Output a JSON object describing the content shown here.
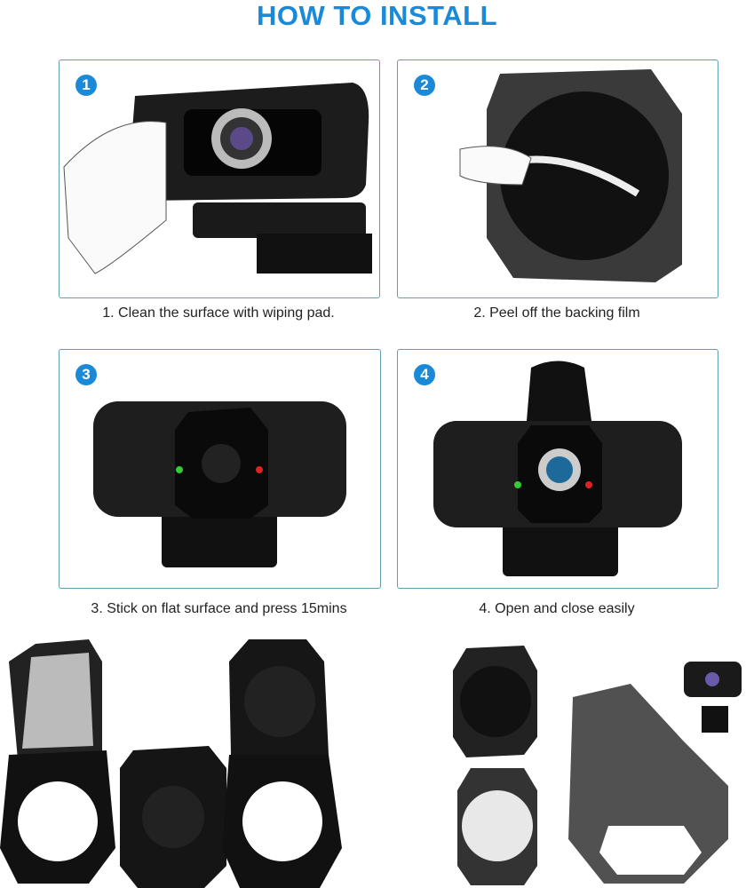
{
  "title": "HOW TO INSTALL",
  "steps": [
    {
      "number": "1",
      "caption": "1. Clean the surface with wiping pad."
    },
    {
      "number": "2",
      "caption": "2. Peel off the backing film"
    },
    {
      "number": "3",
      "caption": "3. Stick on flat surface and press 15mins"
    },
    {
      "number": "4",
      "caption": "4. Open and close easily"
    }
  ],
  "colors": {
    "accent": "#1a8ad8",
    "panel_border": "#5f9fae"
  }
}
